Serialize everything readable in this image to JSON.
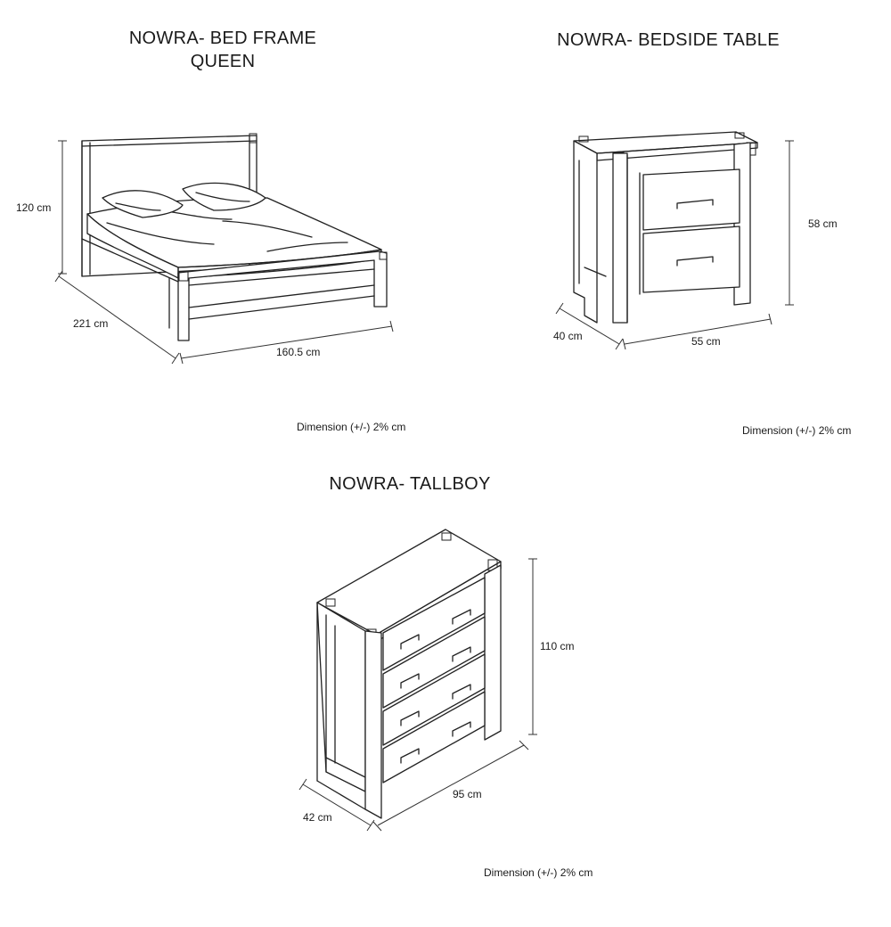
{
  "bed": {
    "title_line1": "NOWRA- BED FRAME",
    "title_line2": "QUEEN",
    "height": "120 cm",
    "length": "221 cm",
    "width": "160.5 cm",
    "note": "Dimension (+/-) 2% cm"
  },
  "bedside": {
    "title": "NOWRA- BEDSIDE TABLE",
    "height": "58 cm",
    "depth": "40 cm",
    "width": "55 cm",
    "note": "Dimension (+/-) 2% cm"
  },
  "tallboy": {
    "title": "NOWRA- TALLBOY",
    "height": "110 cm",
    "depth": "42 cm",
    "width": "95 cm",
    "note": "Dimension (+/-) 2% cm"
  }
}
